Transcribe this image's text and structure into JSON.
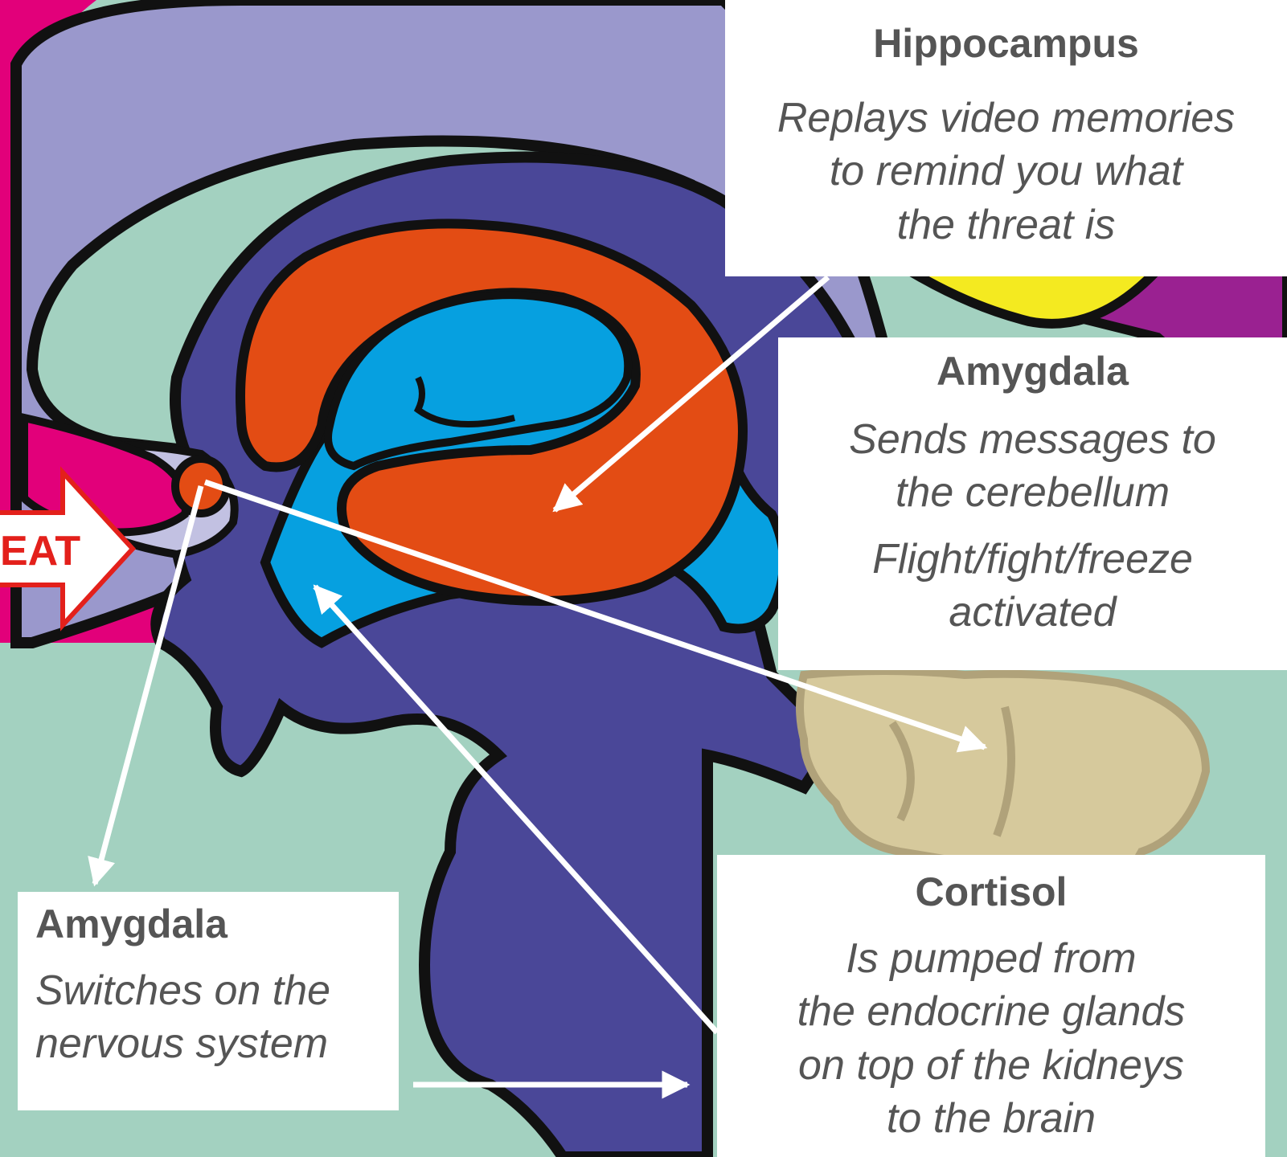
{
  "threat_label": "EAT",
  "labels": {
    "hippocampus": {
      "title": "Hippocampus",
      "lines": [
        "Replays video memories",
        "to remind you what",
        "the threat is"
      ]
    },
    "amygdala_right": {
      "title": "Amygdala",
      "lines": [
        "Sends messages to",
        "the cerebellum"
      ],
      "lines2": [
        "Flight/fight/freeze",
        "activated"
      ]
    },
    "amygdala_left": {
      "title": "Amygdala",
      "lines": [
        "Switches on the",
        "nervous system"
      ]
    },
    "cortisol": {
      "title": "Cortisol",
      "lines": [
        "Is pumped from",
        "the endocrine glands",
        "on top of the kidneys",
        "to the brain"
      ]
    }
  },
  "colors": {
    "background": "#a3d1c0",
    "cortex_lavender": "#9a98cc",
    "brain_purple": "#4a4798",
    "hippocampus_orange": "#e34c14",
    "ventricle_blue": "#06a0e0",
    "cerebellum_tan": "#d6c99c",
    "magenta": "#e2007a",
    "yellow": "#f4ea20",
    "violet": "#9a2191",
    "threat_red": "#e3201b",
    "outline": "#111111"
  }
}
